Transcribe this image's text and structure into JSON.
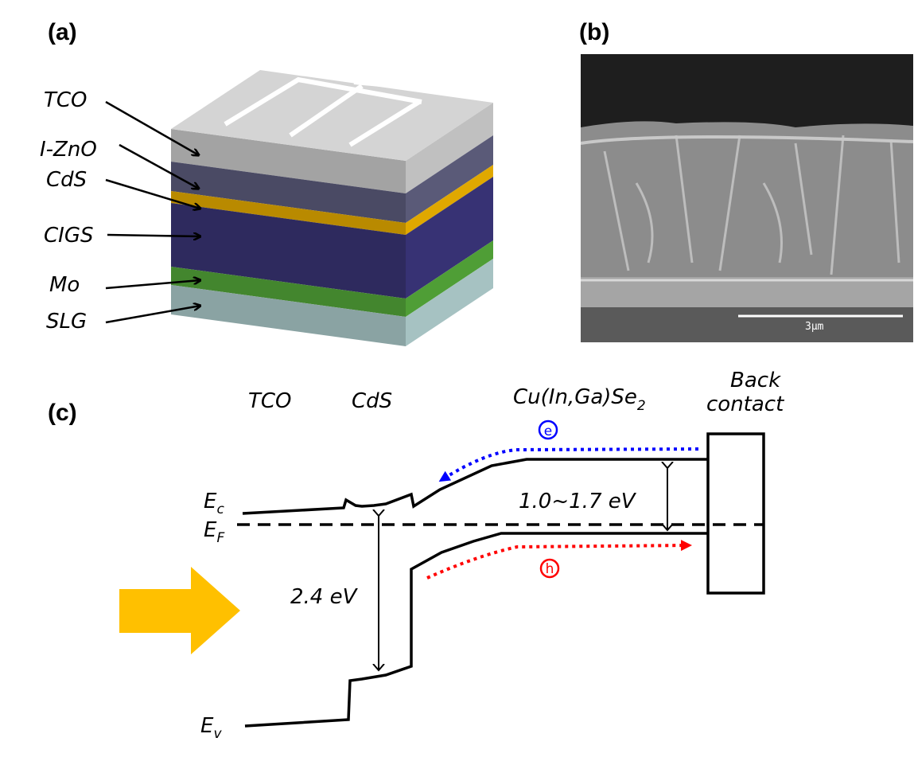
{
  "panels": {
    "a": "(a)",
    "b": "(b)",
    "c": "(c)"
  },
  "layers": [
    {
      "label": "TCO",
      "color": "#a3a3a3",
      "side": "#c0c0c0"
    },
    {
      "label": "I-ZnO",
      "color": "#4a4a64",
      "side": "#5a5a78"
    },
    {
      "label": "CdS",
      "color": "#b98a00",
      "side": "#e0a800"
    },
    {
      "label": "CIGS",
      "color": "#2e2a5e",
      "side": "#373274"
    },
    {
      "label": "Mo",
      "color": "#43862e",
      "side": "#4f9e36"
    },
    {
      "label": "SLG",
      "color": "#8aa3a3",
      "side": "#a6c2c2"
    }
  ],
  "sem": {
    "scale_label": "3μm"
  },
  "band": {
    "regions": {
      "tco": "TCO",
      "cds": "CdS",
      "cigs_main": "Cu(In,Ga)Se",
      "cigs_sub": "2",
      "back1": "Back",
      "back2": "contact"
    },
    "levels": {
      "ec": "E",
      "ec_sub": "c",
      "ef": "E",
      "ef_sub": "F",
      "ev": "E",
      "ev_sub": "v"
    },
    "gap_cds": "2.4 eV",
    "gap_cigs": "1.0~1.7 eV",
    "electron": "e",
    "hole": "h",
    "colors": {
      "electron": "#0000ff",
      "hole": "#ff0000",
      "light": "#ffc000"
    }
  }
}
